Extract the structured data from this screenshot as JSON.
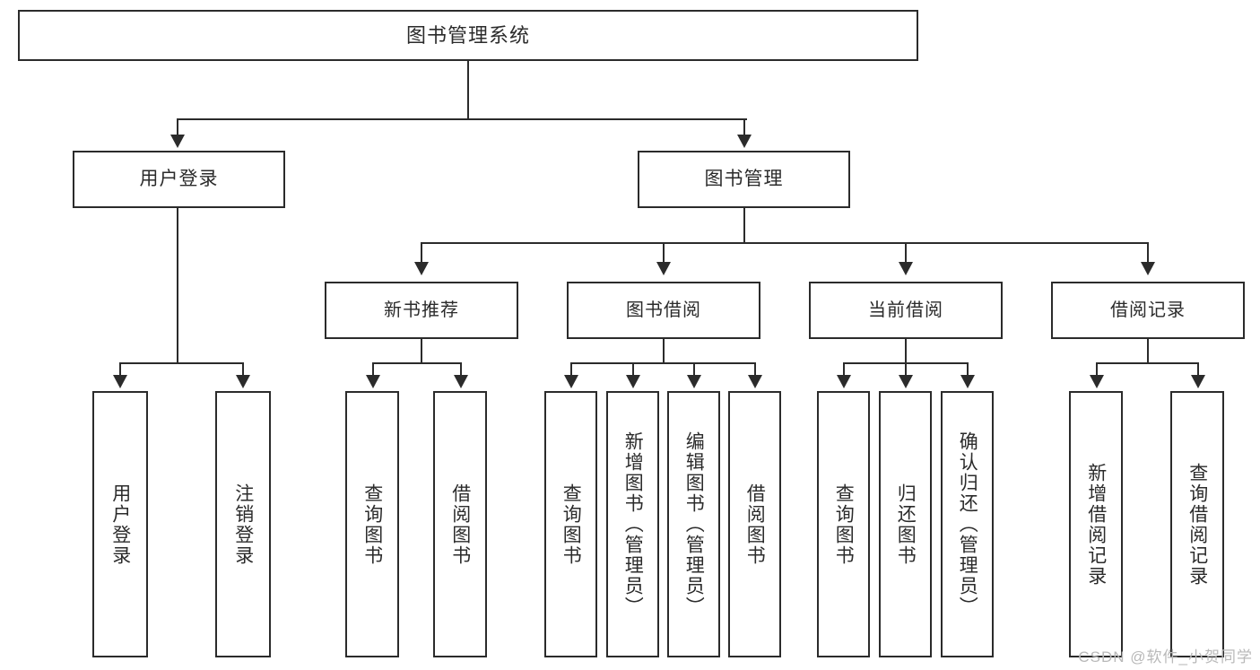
{
  "diagram": {
    "type": "tree-hierarchy-chart",
    "title": "图书管理系统",
    "root": {
      "id": "root",
      "label": "图书管理系统"
    },
    "level1": [
      {
        "id": "user-login",
        "label": "用户登录"
      },
      {
        "id": "book-management",
        "label": "图书管理"
      }
    ],
    "level2": [
      {
        "id": "new-book-recommend",
        "label": "新书推荐",
        "parent": "book-management"
      },
      {
        "id": "book-borrow",
        "label": "图书借阅",
        "parent": "book-management"
      },
      {
        "id": "current-borrow",
        "label": "当前借阅",
        "parent": "book-management"
      },
      {
        "id": "borrow-record",
        "label": "借阅记录",
        "parent": "book-management"
      }
    ],
    "leaves": {
      "user-login": [
        {
          "id": "leaf-user-login",
          "label": "用户登录"
        },
        {
          "id": "leaf-logout-login",
          "label": "注销登录"
        }
      ],
      "new-book-recommend": [
        {
          "id": "leaf-query-book-1",
          "label": "查询图书"
        },
        {
          "id": "leaf-borrow-book-1",
          "label": "借阅图书"
        }
      ],
      "book-borrow": [
        {
          "id": "leaf-query-book-2",
          "label": "查询图书"
        },
        {
          "id": "leaf-add-book",
          "label": "新增图书（管理员）"
        },
        {
          "id": "leaf-edit-book",
          "label": "编辑图书（管理员）"
        },
        {
          "id": "leaf-borrow-book-2",
          "label": "借阅图书"
        }
      ],
      "current-borrow": [
        {
          "id": "leaf-query-book-3",
          "label": "查询图书"
        },
        {
          "id": "leaf-return-book",
          "label": "归还图书"
        },
        {
          "id": "leaf-confirm-return",
          "label": "确认归还（管理员）"
        }
      ],
      "borrow-record": [
        {
          "id": "leaf-add-record",
          "label": "新增借阅记录"
        },
        {
          "id": "leaf-query-record",
          "label": "查询借阅记录"
        }
      ]
    },
    "colors": {
      "stroke": "#2b2b2b",
      "background": "#ffffff",
      "text": "#2b2b2b",
      "watermark": "#b9b9b9"
    }
  },
  "watermark": {
    "text": "CSDN @软件_小贺同学"
  }
}
